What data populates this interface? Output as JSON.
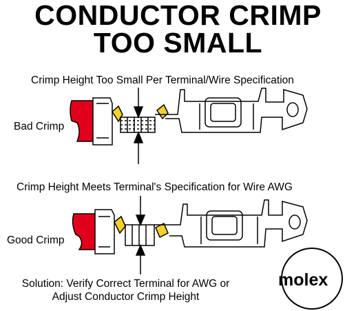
{
  "title": {
    "line1": "CONDUCTOR CRIMP",
    "line2": "TOO SMALL"
  },
  "bad": {
    "caption": "Crimp Height Too Small Per Terminal/Wire Specification",
    "label": "Bad Crimp"
  },
  "good": {
    "caption": "Crimp Height Meets Terminal's Specification for Wire AWG",
    "label": "Good Crimp"
  },
  "solution": {
    "line1": "Solution: Verify Correct Terminal for AWG or",
    "line2": "Adjust Conductor Crimp Height"
  },
  "logo": {
    "name": "molex"
  },
  "colors": {
    "insulation": "#e0001b",
    "wire_strands": "#f2d12a",
    "outline": "#000000"
  }
}
